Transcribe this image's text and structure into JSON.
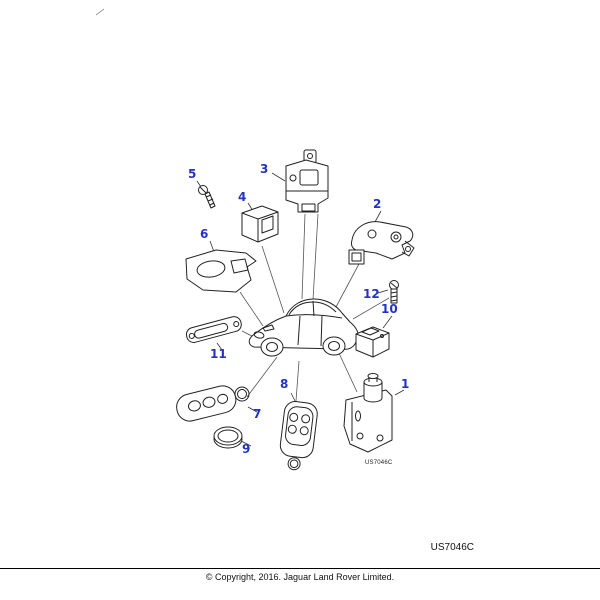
{
  "diagram": {
    "inner_code": "US7046C",
    "callouts": [
      "1",
      "2",
      "3",
      "4",
      "5",
      "6",
      "7",
      "8",
      "9",
      "10",
      "11",
      "12"
    ],
    "colors": {
      "callout": "#2333c0",
      "line_art": "#222222",
      "background": "#ffffff"
    }
  },
  "footer": {
    "code": "US7046C",
    "copyright": "© Copyright, 2016. Jaguar Land Rover Limited."
  }
}
